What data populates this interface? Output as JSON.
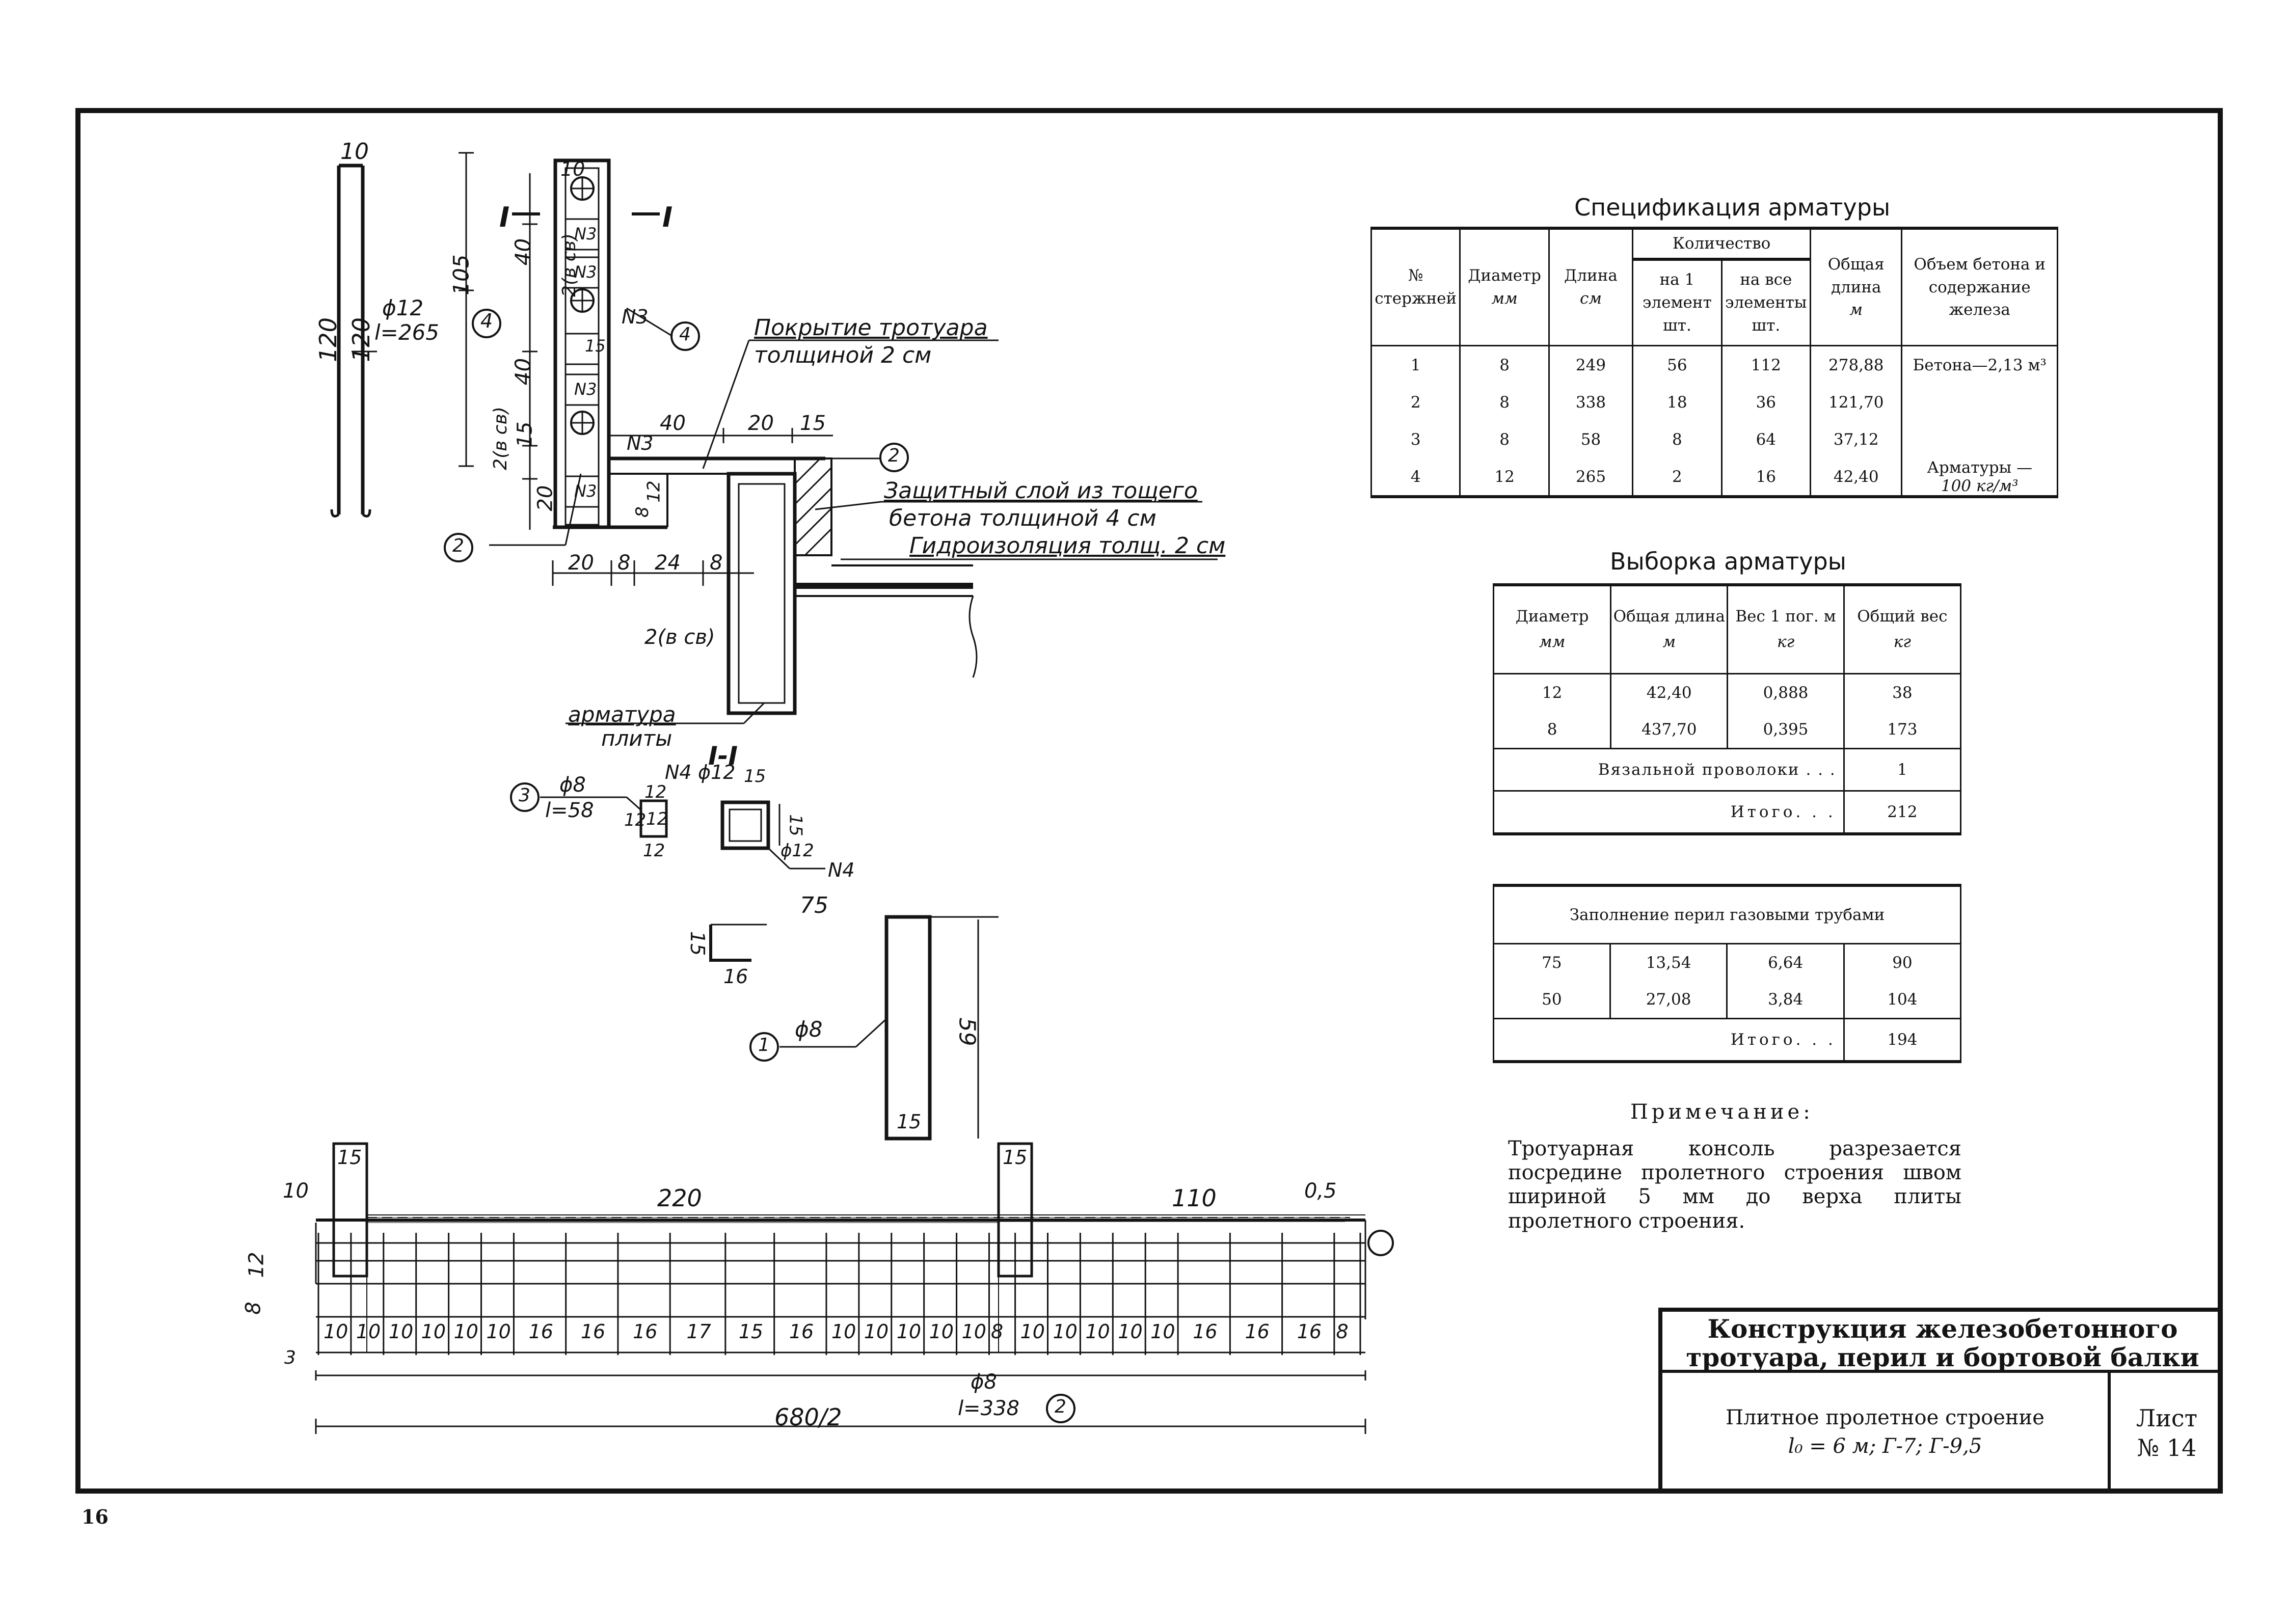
{
  "spec": {
    "title": "Спецификация арматуры",
    "headers": {
      "num": "№ стержней",
      "diameter": "Диаметр",
      "diameter_unit": "мм",
      "length": "Длина",
      "length_unit": "см",
      "quantity": "Количество",
      "per_element": "на 1 элемент шт.",
      "all_elements": "на все элементы шт.",
      "total_length": "Общая длина",
      "total_length_unit": "м",
      "volume": "Объем бетона и содержание железа"
    },
    "rows": [
      {
        "n": "1",
        "d": "8",
        "l": "249",
        "q1": "56",
        "qa": "112",
        "tl": "278,88"
      },
      {
        "n": "2",
        "d": "8",
        "l": "338",
        "q1": "18",
        "qa": "36",
        "tl": "121,70"
      },
      {
        "n": "3",
        "d": "8",
        "l": "58",
        "q1": "8",
        "qa": "64",
        "tl": "37,12"
      },
      {
        "n": "4",
        "d": "12",
        "l": "265",
        "q1": "2",
        "qa": "16",
        "tl": "42,40"
      }
    ],
    "concrete": "Бетона—2,13 м³",
    "steel_label": "Арматуры —",
    "steel_value": "100 кг/м³"
  },
  "vyborka": {
    "title": "Выборка арматуры",
    "headers": {
      "diameter": "Диаметр",
      "diameter_unit": "мм",
      "total_length": "Общая длина",
      "total_length_unit": "м",
      "weight_per_m": "Вес 1 пог. м",
      "weight_per_m_unit": "кг",
      "total_weight": "Общий вес",
      "total_weight_unit": "кг"
    },
    "rows": [
      {
        "d": "12",
        "tl": "42,40",
        "w": "0,888",
        "tw": "38"
      },
      {
        "d": "8",
        "tl": "437,70",
        "w": "0,395",
        "tw": "173"
      }
    ],
    "wire_label": "Вязальной проволоки . . .",
    "wire_value": "1",
    "total_label": "Итого. . .",
    "total_value": "212"
  },
  "perila": {
    "title": "Заполнение перил газовыми трубами",
    "rows": [
      {
        "d": "75",
        "tl": "13,54",
        "w": "6,64",
        "tw": "90"
      },
      {
        "d": "50",
        "tl": "27,08",
        "w": "3,84",
        "tw": "104"
      }
    ],
    "total_label": "Итого. . .",
    "total_value": "194"
  },
  "note": {
    "heading": "Примечание:",
    "text": "Тротуарная консоль разрезается посредине пролетного строения швом шириной 5 мм до верха плиты пролетного строения."
  },
  "title_block": {
    "main_title": "Конструкция железобетонного тротуара, перил и бортовой балки",
    "subtitle_line1": "Плитное пролетное строение",
    "subtitle_line2": "l₀ = 6 м; Г-7; Г-9,5",
    "sheet_label": "Лист",
    "sheet_number": "№ 14"
  },
  "page_number": "16",
  "drawing": {
    "bar4_dims": [
      "10",
      "120",
      "120",
      "ϕ12",
      "l=265",
      "4"
    ],
    "section_label": "I",
    "section_dims": [
      "10",
      "105",
      "40",
      "2(в св)",
      "40",
      "15",
      "2(в св)",
      "20",
      "15",
      "40",
      "20",
      "15",
      "20",
      "8",
      "24",
      "8",
      "8",
      "12",
      "2(в св)"
    ],
    "section_marks": [
      "N3",
      "N3",
      "15",
      "N3",
      "N3",
      "N3",
      "2",
      "4",
      "2"
    ],
    "callouts": {
      "sidewalk": "Покрытие тротуара",
      "sidewalk2": "толщиной 2 см",
      "protect": "Защитный слой из тощего",
      "protect2": "бетона толщиной 4 см",
      "hydro": "Гидроизоляция толщ. 2 см",
      "slab_rebar": "арматура",
      "slab_rebar2": "плиты"
    },
    "detail_II": "I-I",
    "bar3": [
      "3",
      "ϕ8",
      "l=58",
      "12",
      "12",
      "12",
      "12"
    ],
    "stirrup": [
      "N4",
      "ϕ12",
      "15",
      "15",
      "ϕ12",
      "N4"
    ],
    "bar1": [
      "75",
      "15",
      "16",
      "1",
      "ϕ8",
      "59",
      "15"
    ],
    "long_section": {
      "top_dims": [
        "15",
        "220",
        "15",
        "110",
        "0,5"
      ],
      "left_dims": [
        "10",
        "12",
        "8"
      ],
      "bottom_dims": [
        "10",
        "10",
        "10",
        "10",
        "10",
        "10",
        "16",
        "16",
        "16",
        "17",
        "15",
        "16",
        "10",
        "10",
        "10",
        "10",
        "10",
        "8",
        "10",
        "10",
        "10",
        "10",
        "10",
        "16",
        "16",
        "16",
        "8"
      ],
      "left_small": "3",
      "bar2_label": "ϕ8",
      "bar2_len": "l=338",
      "bar2_mark": "2",
      "total": "680/2"
    }
  }
}
